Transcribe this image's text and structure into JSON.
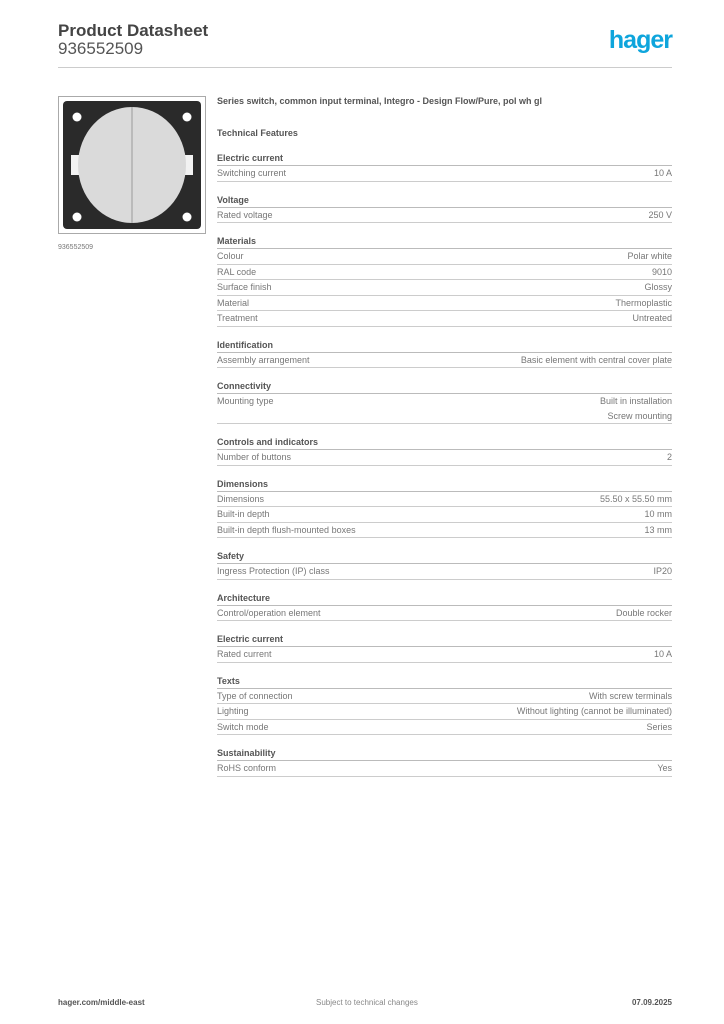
{
  "header": {
    "title": "Product Datasheet",
    "number": "936552509",
    "logo": "hager",
    "logo_color": "#0ea5dc"
  },
  "image": {
    "caption": "936552509"
  },
  "product_title": "Series switch, common input terminal, Integro - Design Flow/Pure, pol wh gl",
  "technical_features_label": "Technical Features",
  "sections": [
    {
      "title": "Electric current",
      "rows": [
        [
          "Switching current",
          "10 A"
        ]
      ]
    },
    {
      "title": "Voltage",
      "rows": [
        [
          "Rated voltage",
          "250 V"
        ]
      ]
    },
    {
      "title": "Materials",
      "rows": [
        [
          "Colour",
          "Polar white"
        ],
        [
          "RAL code",
          "9010"
        ],
        [
          "Surface finish",
          "Glossy"
        ],
        [
          "Material",
          "Thermoplastic"
        ],
        [
          "Treatment",
          "Untreated"
        ]
      ]
    },
    {
      "title": "Identification",
      "rows": [
        [
          "Assembly arrangement",
          "Basic element with central cover plate"
        ]
      ]
    },
    {
      "title": "Connectivity",
      "rows": [
        [
          "Mounting type",
          "Built in installation\nScrew mounting"
        ]
      ]
    },
    {
      "title": "Controls and indicators",
      "rows": [
        [
          "Number of buttons",
          "2"
        ]
      ]
    },
    {
      "title": "Dimensions",
      "rows": [
        [
          "Dimensions",
          "55.50 x 55.50 mm"
        ],
        [
          "Built-in depth",
          "10 mm"
        ],
        [
          "Built-in depth flush-mounted boxes",
          "13 mm"
        ]
      ]
    },
    {
      "title": "Safety",
      "rows": [
        [
          "Ingress Protection (IP) class",
          "IP20"
        ]
      ]
    },
    {
      "title": "Architecture",
      "rows": [
        [
          "Control/operation element",
          "Double rocker"
        ]
      ]
    },
    {
      "title": "Electric current",
      "rows": [
        [
          "Rated current",
          "10 A"
        ]
      ]
    },
    {
      "title": "Texts",
      "rows": [
        [
          "Type of connection",
          "With screw terminals"
        ],
        [
          "Lighting",
          "Without lighting (cannot be illuminated)"
        ],
        [
          "Switch mode",
          "Series"
        ]
      ]
    },
    {
      "title": "Sustainability",
      "rows": [
        [
          "RoHS conform",
          "Yes"
        ]
      ]
    }
  ],
  "footer": {
    "left": "hager.com/middle-east",
    "center": "Subject to technical changes",
    "right": "07.09.2025"
  }
}
